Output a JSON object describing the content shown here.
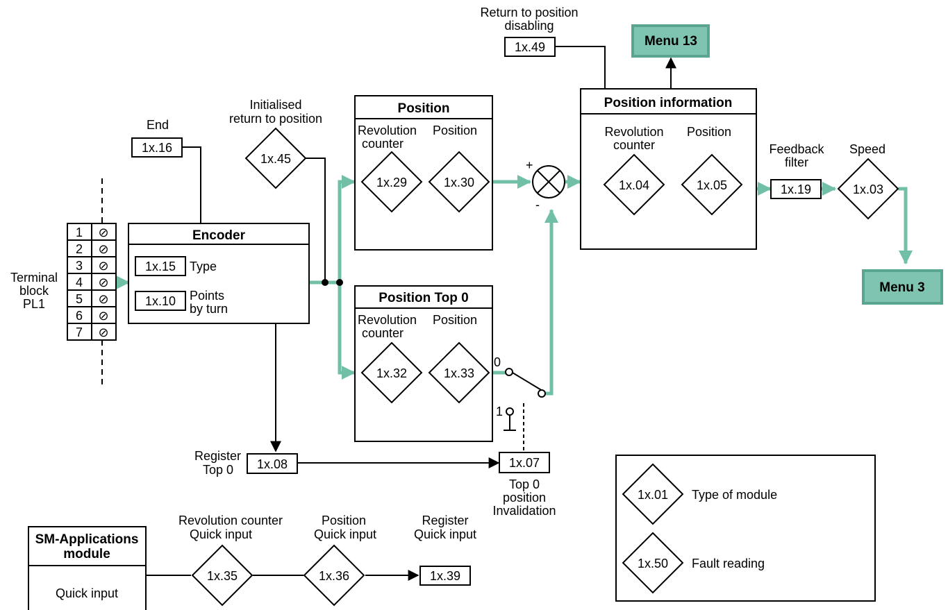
{
  "terminal_block": {
    "label_lines": [
      "Terminal",
      "block",
      "PL1"
    ],
    "pins": [
      "1",
      "2",
      "3",
      "4",
      "5",
      "6",
      "7"
    ],
    "pin_symbol": "⊘"
  },
  "encoder": {
    "title": "Encoder",
    "type_param": "1x.15",
    "type_label": "Type",
    "points_param": "1x.10",
    "points_label_lines": [
      "Points",
      "by turn"
    ]
  },
  "end": {
    "label": "End",
    "param": "1x.16"
  },
  "initialised": {
    "label_lines": [
      "Initialised",
      "return to position"
    ],
    "param": "1x.45"
  },
  "position": {
    "title": "Position",
    "rev_label_lines": [
      "Revolution",
      "counter"
    ],
    "pos_label": "Position",
    "rev_param": "1x.29",
    "pos_param": "1x.30"
  },
  "position_top0": {
    "title": "Position Top 0",
    "rev_label_lines": [
      "Revolution",
      "counter"
    ],
    "pos_label": "Position",
    "rev_param": "1x.32",
    "pos_param": "1x.33"
  },
  "summing": {
    "plus": "+",
    "minus": "-"
  },
  "return_disabling": {
    "label_lines": [
      "Return to position",
      "disabling"
    ],
    "param": "1x.49"
  },
  "menu13": {
    "label": "Menu 13"
  },
  "position_info": {
    "title": "Position information",
    "rev_label_lines": [
      "Revolution",
      "counter"
    ],
    "pos_label": "Position",
    "rev_param": "1x.04",
    "pos_param": "1x.05"
  },
  "feedback_filter": {
    "label_lines": [
      "Feedback",
      "filter"
    ],
    "param": "1x.19"
  },
  "speed": {
    "label": "Speed",
    "param": "1x.03"
  },
  "menu3": {
    "label": "Menu 3"
  },
  "switch": {
    "label_0": "0",
    "label_1": "1"
  },
  "register_top0": {
    "label_lines": [
      "Register",
      "Top 0"
    ],
    "param": "1x.08"
  },
  "top0_invalidation": {
    "param": "1x.07",
    "label_lines": [
      "Top 0",
      "position",
      "Invalidation"
    ]
  },
  "legend": {
    "module_param": "1x.01",
    "module_label": "Type of module",
    "fault_param": "1x.50",
    "fault_label": "Fault reading"
  },
  "sm_module": {
    "title_lines": [
      "SM-Applications",
      "module"
    ],
    "label": "Quick input"
  },
  "quick_inputs": {
    "rev": {
      "label_lines": [
        "Revolution counter",
        "Quick input"
      ],
      "param": "1x.35"
    },
    "pos": {
      "label_lines": [
        "Position",
        "Quick input"
      ],
      "param": "1x.36"
    },
    "reg": {
      "label_lines": [
        "Register",
        "Quick input"
      ],
      "param": "1x.39"
    }
  },
  "colors": {
    "signal": "#72bfa7",
    "menu_fill": "#7fc4b0",
    "menu_border": "#5aa58f",
    "line": "#000000"
  }
}
